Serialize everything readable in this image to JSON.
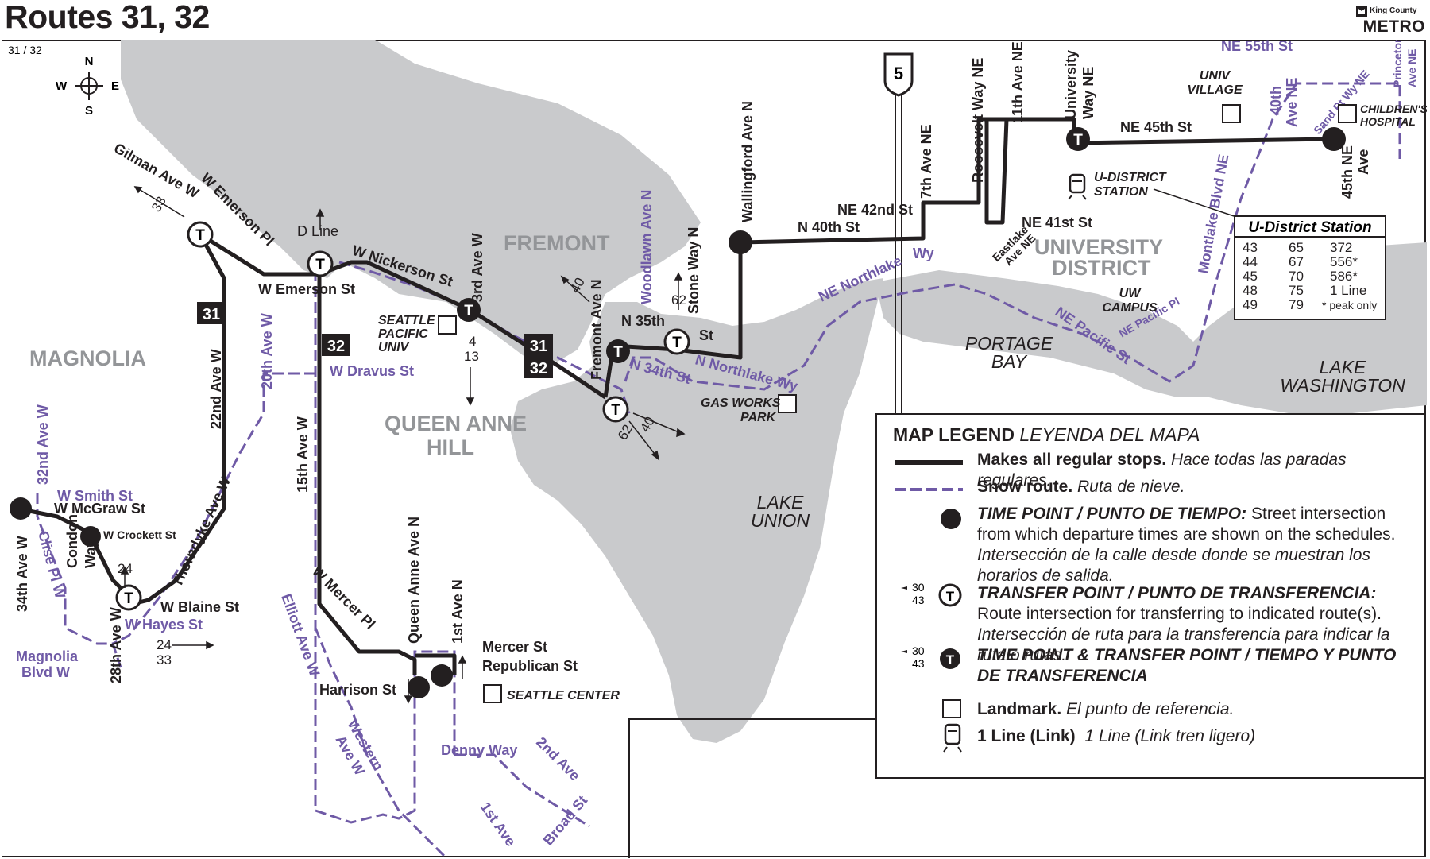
{
  "header": {
    "title": "Routes 31, 32",
    "brand_small": "King County",
    "brand_big": "METRO"
  },
  "map": {
    "route_ref": "31 / 32",
    "compass": {
      "n": "N",
      "s": "S",
      "e": "E",
      "w": "W"
    },
    "route_badges": [
      "31",
      "32",
      "31",
      "32"
    ],
    "neighborhoods": [
      "MAGNOLIA",
      "QUEEN ANNE",
      "HILL",
      "FREMONT",
      "UNIVERSITY",
      "DISTRICT"
    ],
    "water": [
      "LAKE",
      "UNION",
      "PORTAGE",
      "BAY",
      "LAKE",
      "WASHINGTON"
    ],
    "highway": "5",
    "streets": {
      "gilman": "Gilman Ave W",
      "w_emerson_pl": "W Emerson Pl",
      "w_emerson_st": "W Emerson St",
      "w_nickerson": "W Nickerson St",
      "third_ave_w": "3rd Ave W",
      "twentysecond": "22nd Ave W",
      "twentieth": "20th Ave W",
      "fifteenth": "15th Ave W",
      "w_dravus": "W Dravus St",
      "thorndyke": "Thorndyke Ave W",
      "w_blaine": "W Blaine St",
      "w_hayes": "W Hayes St",
      "twentyeighth": "28th Ave W",
      "condon": "Condon",
      "condon2": "Way",
      "w_crockett": "W Crockett St",
      "w_mcgraw": "W McGraw St",
      "w_smith": "W Smith St",
      "thirtysecond": "32nd Ave W",
      "thirtyfourth": "34th Ave W",
      "clise": "Clise Pl W",
      "magnolia_blvd": "Magnolia",
      "magnolia_blvd2": "Blvd W",
      "w_mercer_pl": "W Mercer Pl",
      "elliott": "Elliott Ave W",
      "western": "Western",
      "western2": "Ave W",
      "qa_ave": "Queen Anne Ave N",
      "first_ave_n": "1st Ave N",
      "mercer": "Mercer St",
      "republican": "Republican St",
      "harrison": "Harrison St",
      "denny": "Denny Way",
      "second_ave": "2nd Ave",
      "broad": "Broad St",
      "first_ave": "1st Ave",
      "fremont_ave": "Fremont Ave N",
      "n35": "N 35th",
      "n35b": "St",
      "n34": "N 34th St",
      "n_northlake": "N Northlake Wy",
      "woodlawn": "Woodlawn Ave N",
      "stone": "Stone Way N",
      "wallingford": "Wallingford Ave N",
      "n40": "N 40th St",
      "ne_northlake": "NE Northlake",
      "ne_northlake2": "Wy",
      "ne42": "NE 42nd St",
      "seventh": "7th Ave NE",
      "roosevelt": "Roosevelt Way NE",
      "eleventh": "11th Ave NE",
      "ne41": "NE 41st St",
      "eastlake": "Eastlake",
      "eastlake2": "Ave NE",
      "university_way": "University",
      "university_way2": "Way NE",
      "ne45": "NE 45th St",
      "ne55": "NE 55th St",
      "fortieth": "40th",
      "fortieth2": "Ave NE",
      "sandpt": "Sand Pt Wy NE",
      "princeton": "Princeton",
      "princeton2": "Ave NE",
      "fortyfifth": "45th NE",
      "fortyfifth2": "Ave",
      "montlake": "Montlake Blvd NE",
      "ne_pacific_st": "NE Pacific St",
      "ne_pacific_pl": "NE Pacific Pl"
    },
    "landmarks": {
      "spu": [
        "SEATTLE",
        "PACIFIC",
        "UNIV"
      ],
      "gasworks": [
        "GAS WORKS",
        "PARK"
      ],
      "seattle_center": "SEATTLE CENTER",
      "univ_village": [
        "UNIV",
        "VILLAGE"
      ],
      "childrens": [
        "CHILDREN'S",
        "HOSPITAL"
      ],
      "uw": [
        "UW",
        "CAMPUS"
      ],
      "udistrict_station": [
        "U-DISTRICT",
        "STATION"
      ]
    },
    "transfer_labels": {
      "d_line": "D Line",
      "r33": "33",
      "r24a": "24",
      "r24b": "24",
      "r33b": "33",
      "r4": "4",
      "r13": "13",
      "r40a": "40",
      "r62a": "62",
      "r62b": "62",
      "r40b": "40"
    },
    "udistrict_table": {
      "title": "U-District Station",
      "rows": [
        [
          "43",
          "65",
          "372"
        ],
        [
          "44",
          "67",
          "556*"
        ],
        [
          "45",
          "70",
          "586*"
        ],
        [
          "48",
          "75",
          "1 Line"
        ],
        [
          "49",
          "79",
          "* peak only"
        ]
      ]
    }
  },
  "legend": {
    "heading": "MAP LEGEND",
    "heading_es": "LEYENDA DEL MAPA",
    "items": [
      {
        "bold": "Makes all regular stops.",
        "text": "Hace todas las paradas regulares."
      },
      {
        "bold": "Snow route.",
        "text": "Ruta de nieve."
      },
      {
        "bold": "TIME POINT / PUNTO DE TIEMPO:",
        "text": "Street intersection from which departure times are shown on the schedules.",
        "text_es": "Intersección de la calle desde donde se muestran los horarios de salida."
      },
      {
        "bold": "TRANSFER POINT / PUNTO DE TRANSFERENCIA:",
        "text": "Route intersection for transferring to indicated route(s).",
        "text_es": "Intersección de ruta para la transferencia para indicar la ruta o rutas."
      },
      {
        "bold": "TIME POINT & TRANSFER POINT / TIEMPO Y PUNTO DE TRANSFERENCIA",
        "text": ""
      },
      {
        "bold": "Landmark.",
        "text": "El punto de referencia."
      },
      {
        "bold": "1 Line (Link)",
        "text": "1 Line (Link tren ligero)"
      }
    ],
    "sample_routes": [
      "30",
      "43"
    ]
  },
  "colors": {
    "route": "#231f20",
    "snow": "#6f5aa6",
    "water": "#c9cacc",
    "land": "#ffffff"
  }
}
